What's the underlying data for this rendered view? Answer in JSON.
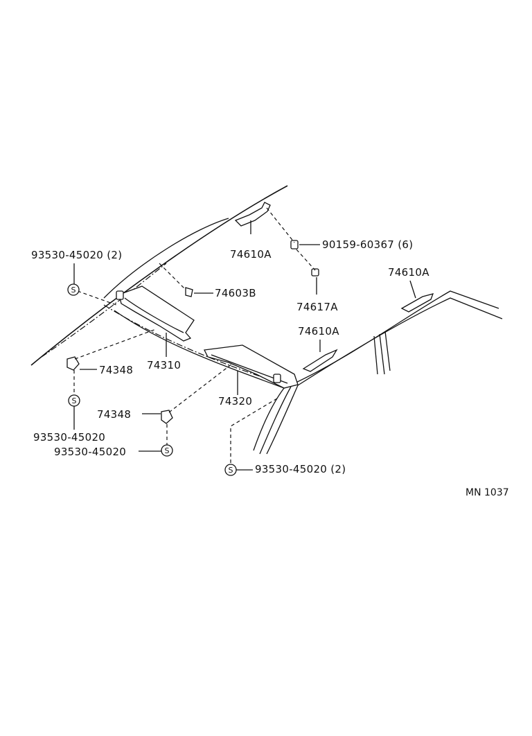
{
  "diagram": {
    "parts": {
      "visor_bracket_top": "74610A",
      "screw_6": "90159-60367 (6)",
      "holder_b": "74603B",
      "clip_a": "74617A",
      "visor_bracket_right": "74610A",
      "visor_bracket_mid": "74610A",
      "screw_left_2": "93530-45020 (2)",
      "visor_left": "74310",
      "holder_left": "74348",
      "screw_left": "93530-45020",
      "visor_right": "74320",
      "holder_right": "74348",
      "screw_mid": "93530-45020",
      "screw_right_2": "93530-45020 (2)"
    },
    "screw_symbol": "S",
    "code": "MN  1037"
  }
}
